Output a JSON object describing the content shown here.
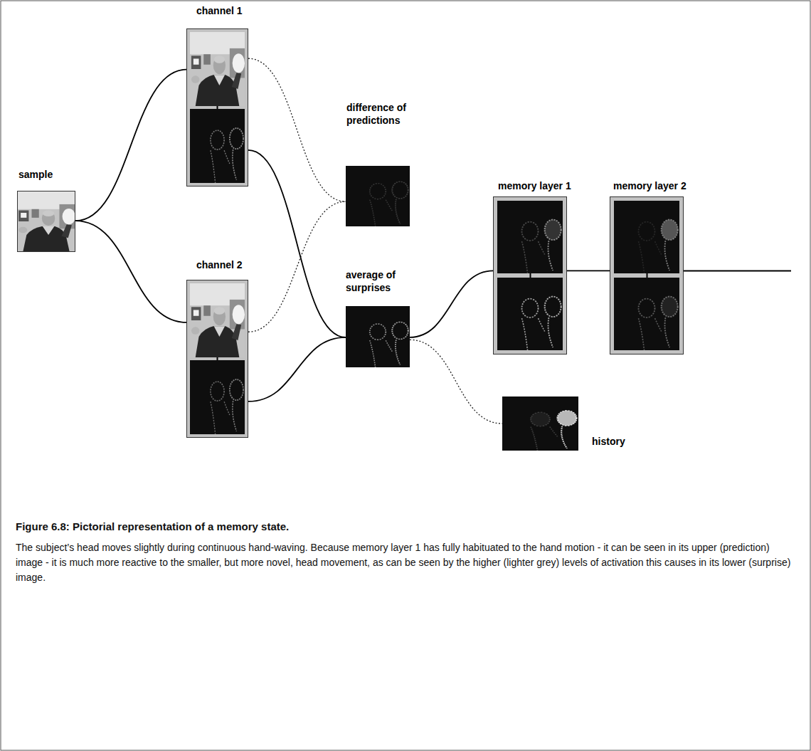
{
  "diagram": {
    "title": "Figure 6.8: Pictorial representation of a memory state.",
    "caption": "The subject’s head moves slightly during continuous hand-waving. Because memory layer 1 has fully habituated to the hand motion - it can be seen in its upper (prediction) image - it is much more reactive to the smaller, but more novel, head movement, as can be seen by the higher (lighter grey) levels of activation this causes in its lower (surprise) image.",
    "nodes": [
      {
        "text": [
          "sample"
        ]
      },
      {
        "text": [
          "channel 1"
        ]
      },
      {
        "text": [
          "channel 2"
        ]
      },
      {
        "text": [
          "difference of predictions"
        ]
      },
      {
        "text": [
          "average of surprises"
        ]
      },
      {
        "text": [
          "history"
        ]
      },
      {
        "text": [
          "memory layer 1"
        ]
      },
      {
        "text": [
          "memory layer 2"
        ]
      }
    ],
    "edges": [
      {
        "from": 0,
        "to": 1,
        "arrow": "none"
      },
      {
        "from": 0,
        "to": 2,
        "arrow": "none"
      },
      {
        "from": 1,
        "to": 3,
        "arrow": "none"
      },
      {
        "from": 2,
        "to": 3,
        "arrow": "none"
      },
      {
        "from": 1,
        "to": 4,
        "arrow": "none"
      },
      {
        "from": 2,
        "to": 4,
        "arrow": "none"
      },
      {
        "from": 4,
        "to": 6,
        "arrow": "none"
      },
      {
        "from": 4,
        "to": 5,
        "arrow": "none"
      },
      {
        "from": 6,
        "to": 7,
        "arrow": "none"
      }
    ]
  }
}
